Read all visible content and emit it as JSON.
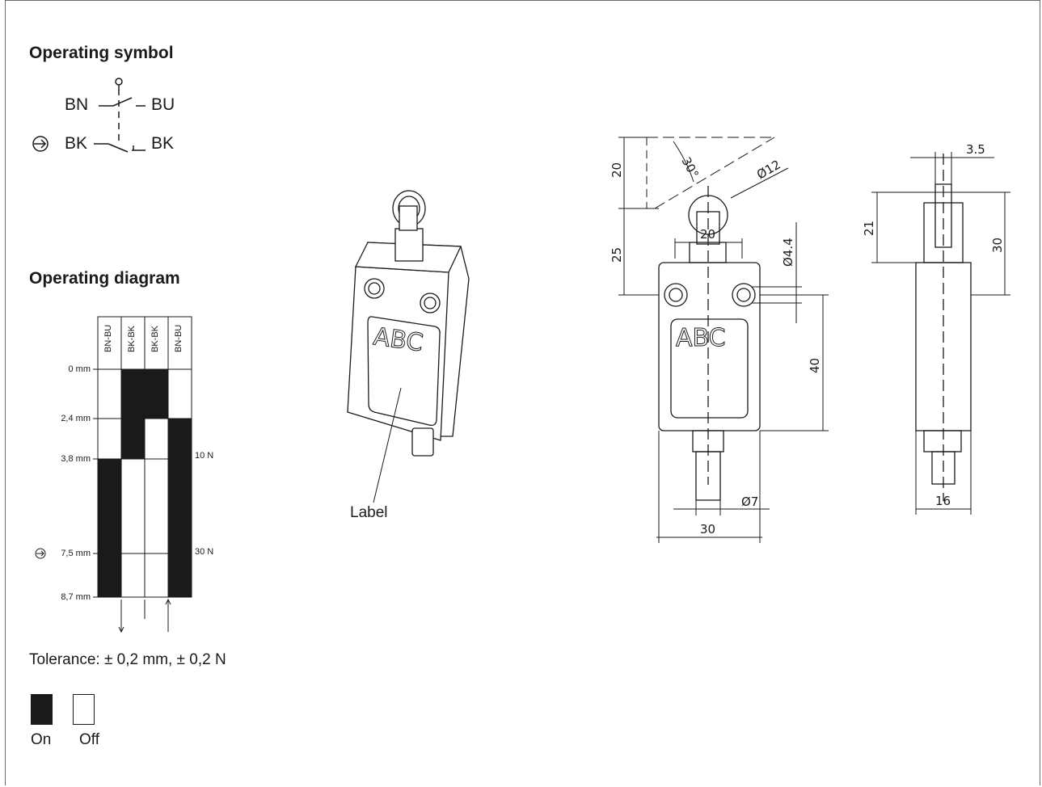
{
  "operating_symbol": {
    "title": "Operating symbol",
    "contacts": [
      {
        "left": "BN",
        "right": "BU"
      },
      {
        "left": "BK",
        "right": "BK"
      }
    ]
  },
  "operating_diagram": {
    "title": "Operating diagram",
    "columns": [
      "BN-BU",
      "BK-BK",
      "BK-BK",
      "BN-BU"
    ],
    "travel_marks": [
      "0 mm",
      "2,4 mm",
      "3,8 mm",
      "7,5 mm",
      "8,7 mm"
    ],
    "force_marks": [
      "10 N",
      "30 N"
    ],
    "positive_opening_mark": "⊖",
    "on_fraction_by_column": [
      {
        "column": "BN-BU",
        "on_from_mm": 3.8,
        "on_to_mm": 8.7
      },
      {
        "column": "BK-BK",
        "on_from_mm": 0,
        "on_to_mm": 3.8
      },
      {
        "column": "BK-BK",
        "on_from_mm": 0,
        "on_to_mm": 2.4
      },
      {
        "column": "BN-BU",
        "on_from_mm": 2.4,
        "on_to_mm": 8.7
      }
    ]
  },
  "tolerance": "Tolerance: ± 0,2 mm, ± 0,2 N",
  "legend": {
    "on": "On",
    "off": "Off"
  },
  "product": {
    "label_callout": "Label",
    "label_text": "ABC"
  },
  "dimensions": {
    "front": [
      "20",
      "25",
      "30°",
      "Ø12",
      "20",
      "Ø4.4",
      "40",
      "Ø7",
      "30"
    ],
    "side": [
      "3.5",
      "21",
      "30",
      "16"
    ]
  },
  "colors": {
    "ink": "#1a1a1a",
    "frame": "#6a6a6a",
    "on_fill": "#1a1a1a",
    "off_fill": "#ffffff"
  }
}
